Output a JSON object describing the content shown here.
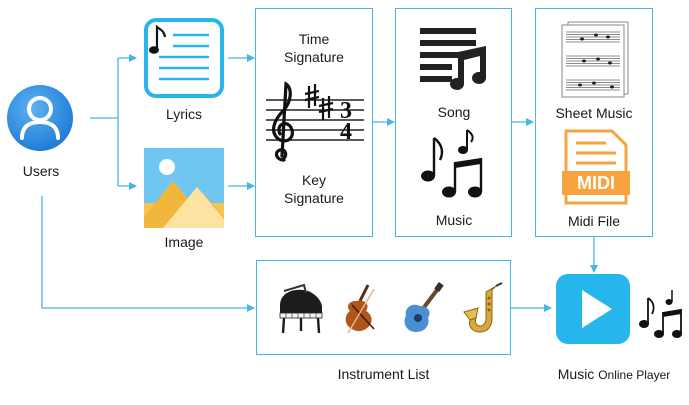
{
  "nodes": {
    "users": "Users",
    "lyrics": "Lyrics",
    "image": "Image",
    "time_signature": [
      "Time",
      "Signature"
    ],
    "key_signature": [
      "Key",
      "Signature"
    ],
    "song": "Song",
    "music": "Music",
    "sheet_music": "Sheet Music",
    "midi_file": "Midi File",
    "midi_badge": "MIDI",
    "instrument_list": "Instrument List",
    "player": {
      "main": "Music",
      "sub": "Online Player"
    }
  },
  "colors": {
    "connector": "#47b6e6",
    "midi_orange": "#f7a440",
    "player_blue": "#27b6ec",
    "user_blue": "#2f8fe0"
  },
  "icons": [
    "user-icon",
    "lyrics-icon",
    "image-icon",
    "treble-clef-icon",
    "song-icon",
    "music-notes-icon",
    "sheet-music-icon",
    "midi-file-icon",
    "piano-icon",
    "violin-icon",
    "guitar-icon",
    "saxophone-icon",
    "play-icon",
    "notes-icon"
  ]
}
